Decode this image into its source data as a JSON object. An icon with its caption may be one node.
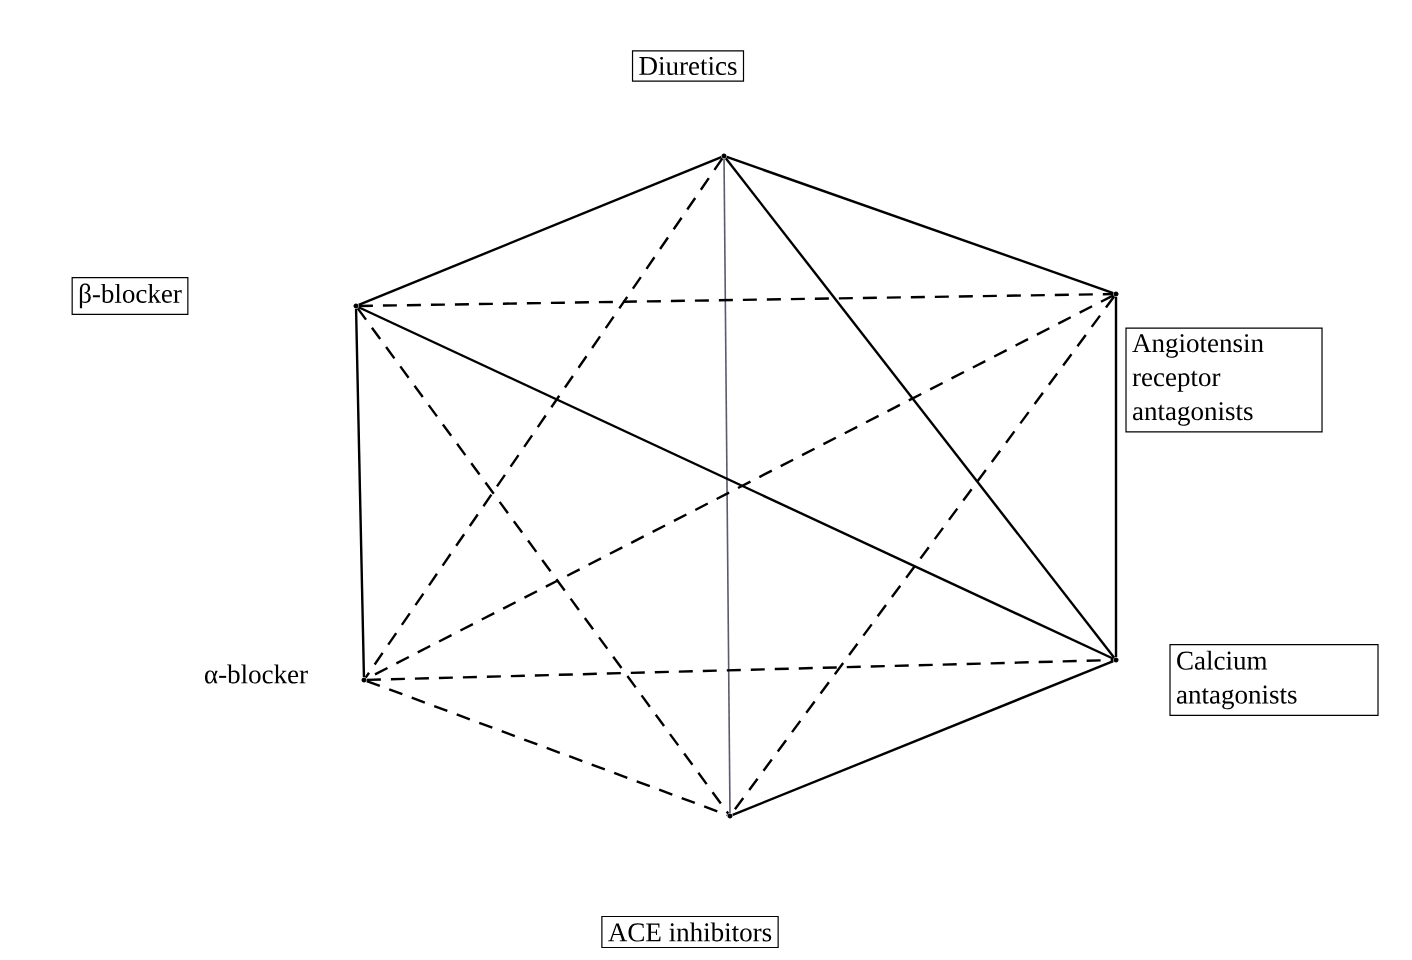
{
  "diagram": {
    "nodes": [
      {
        "text": [
          "Diuretics"
        ]
      },
      {
        "text": [
          "β-blocker"
        ]
      },
      {
        "text": [
          "Angiotensin receptor antagonists"
        ]
      },
      {
        "text": [
          "α-blocker"
        ]
      },
      {
        "text": [
          "Calcium antagonists"
        ]
      },
      {
        "text": [
          "ACE inhibitors"
        ]
      }
    ],
    "edges": [
      {
        "from": 0,
        "to": 1,
        "arrow": "none"
      },
      {
        "from": 0,
        "to": 2,
        "arrow": "none"
      },
      {
        "from": 0,
        "to": 4,
        "arrow": "none"
      },
      {
        "from": 0,
        "to": 3,
        "arrow": "none",
        "style": "dashed"
      },
      {
        "from": 0,
        "to": 5,
        "arrow": "none",
        "color": "#5a5a70"
      },
      {
        "from": 1,
        "to": 2,
        "arrow": "none",
        "style": "dashed"
      },
      {
        "from": 1,
        "to": 3,
        "arrow": "none"
      },
      {
        "from": 1,
        "to": 4,
        "arrow": "none"
      },
      {
        "from": 1,
        "to": 5,
        "arrow": "none",
        "style": "dashed"
      },
      {
        "from": 2,
        "to": 3,
        "arrow": "none",
        "style": "dashed"
      },
      {
        "from": 2,
        "to": 4,
        "arrow": "none"
      },
      {
        "from": 2,
        "to": 5,
        "arrow": "none",
        "style": "dashed"
      },
      {
        "from": 3,
        "to": 4,
        "arrow": "none",
        "style": "dashed"
      },
      {
        "from": 3,
        "to": 5,
        "arrow": "none",
        "style": "dashed"
      },
      {
        "from": 4,
        "to": 5,
        "arrow": "none"
      }
    ]
  }
}
